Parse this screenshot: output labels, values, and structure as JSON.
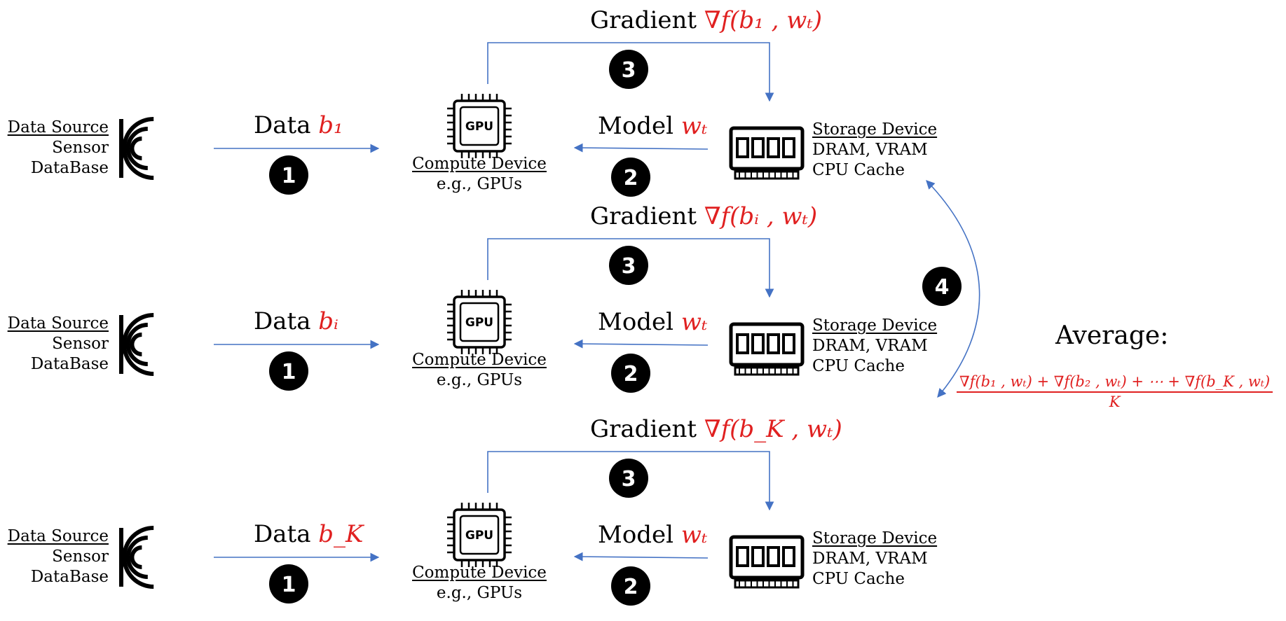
{
  "rows": [
    {
      "source": {
        "title": "Data Source",
        "line2": "Sensor",
        "line3": "DataBase"
      },
      "data_label": "Data",
      "data_var": "b₁",
      "compute": {
        "title": "Compute Device",
        "subtitle": "e.g., GPUs",
        "chip_text": "GPU"
      },
      "model_label": "Model",
      "model_var": "wₜ",
      "gradient_label": "Gradient",
      "gradient_expr": "∇f(b₁ , wₜ)",
      "storage": {
        "title": "Storage Device",
        "line2": "DRAM, VRAM",
        "line3": "CPU Cache"
      },
      "steps": [
        "1",
        "2",
        "3"
      ]
    },
    {
      "source": {
        "title": "Data Source",
        "line2": "Sensor",
        "line3": "DataBase"
      },
      "data_label": "Data",
      "data_var": "bᵢ",
      "compute": {
        "title": "Compute Device",
        "subtitle": "e.g., GPUs",
        "chip_text": "GPU"
      },
      "model_label": "Model",
      "model_var": "wₜ",
      "gradient_label": "Gradient",
      "gradient_expr": "∇f(bᵢ , wₜ)",
      "storage": {
        "title": "Storage Device",
        "line2": "DRAM, VRAM",
        "line3": "CPU Cache"
      },
      "steps": [
        "1",
        "2",
        "3"
      ]
    },
    {
      "source": {
        "title": "Data Source",
        "line2": "Sensor",
        "line3": "DataBase"
      },
      "data_label": "Data",
      "data_var": "b_K",
      "compute": {
        "title": "Compute Device",
        "subtitle": "e.g., GPUs",
        "chip_text": "GPU"
      },
      "model_label": "Model",
      "model_var": "wₜ",
      "gradient_label": "Gradient",
      "gradient_expr": "∇f(b_K , wₜ)",
      "storage": {
        "title": "Storage Device",
        "line2": "DRAM, VRAM",
        "line3": "CPU Cache"
      },
      "steps": [
        "1",
        "2",
        "3"
      ]
    }
  ],
  "aggregate": {
    "step": "4",
    "label": "Average:",
    "numerator": "∇f(b₁ , wₜ) + ∇f(b₂ , wₜ) + ⋯ + ∇f(b_K , wₜ)",
    "denominator": "K"
  },
  "colors": {
    "arrow": "#4472c4",
    "math": "#e02020",
    "badge": "#000000"
  },
  "icons": {
    "source": "wireless-signal-icon",
    "compute": "gpu-chip-icon",
    "storage": "ram-module-icon"
  }
}
